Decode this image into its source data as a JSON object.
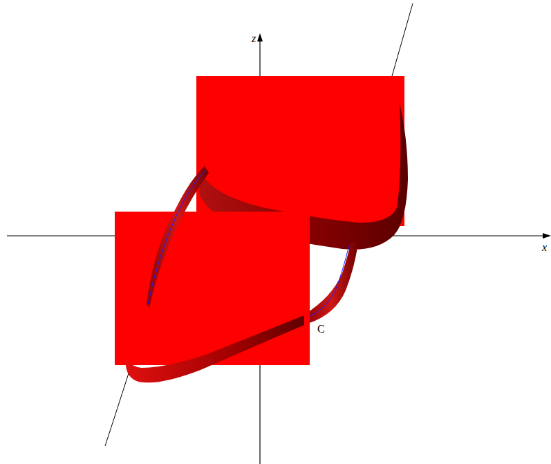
{
  "diagram": {
    "labels": [
      "z",
      "x",
      "C"
    ]
  }
}
